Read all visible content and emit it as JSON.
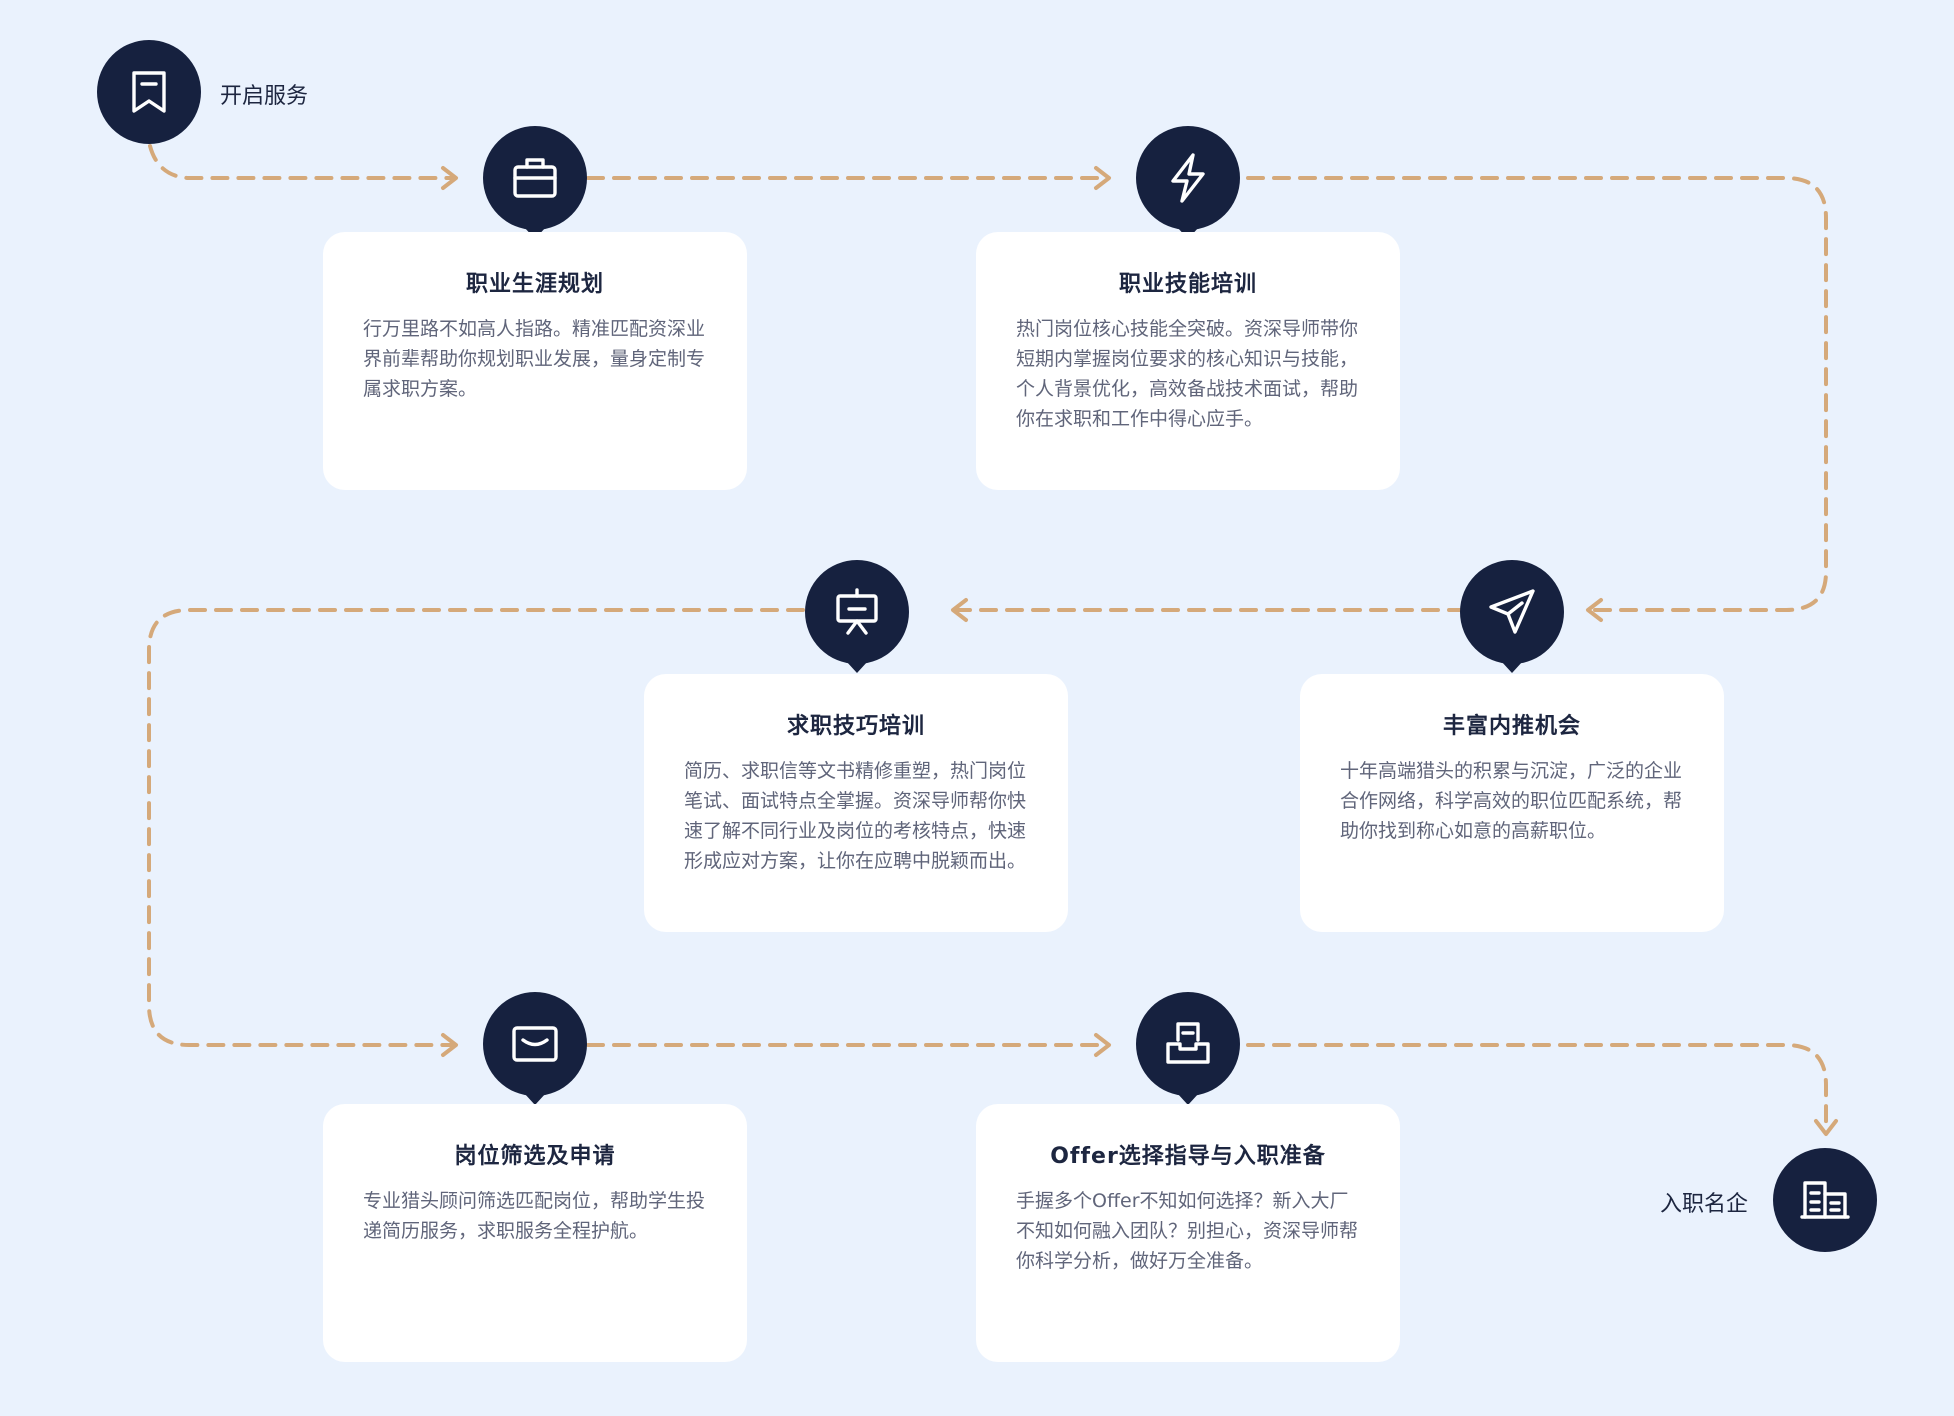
{
  "start": {
    "label": "开启服务",
    "icon": "bookmark-icon"
  },
  "end": {
    "label": "入职名企",
    "icon": "building-icon"
  },
  "colors": {
    "background": "#eaf2fd",
    "node": "#16213f",
    "dash": "#d5a97a",
    "card": "#ffffff",
    "title": "#1d2640",
    "text": "#60657a"
  },
  "steps": [
    {
      "title": "职业生涯规划",
      "icon": "briefcase-icon",
      "desc": "行万里路不如高人指路。精准匹配资深业界前辈帮助你规划职业发展，量身定制专属求职方案。"
    },
    {
      "title": "职业技能培训",
      "icon": "lightning-icon",
      "desc": "热门岗位核心技能全突破。资深导师带你短期内掌握岗位要求的核心知识与技能，个人背景优化，高效备战技术面试，帮助你在求职和工作中得心应手。"
    },
    {
      "title": "丰富内推机会",
      "icon": "paper-plane-icon",
      "desc": "十年高端猎头的积累与沉淀，广泛的企业合作网络，科学高效的职位匹配系统，帮助你找到称心如意的高薪职位。"
    },
    {
      "title": "求职技巧培训",
      "icon": "presentation-icon",
      "desc": "简历、求职信等文书精修重塑，热门岗位笔试、面试特点全掌握。资深导师帮你快速了解不同行业及岗位的考核特点，快速形成应对方案，让你在应聘中脱颖而出。"
    },
    {
      "title": "岗位筛选及申请",
      "icon": "envelope-icon",
      "desc": "专业猎头顾问筛选匹配岗位，帮助学生投递简历服务，求职服务全程护航。"
    },
    {
      "title": "Offer选择指导与入职准备",
      "icon": "inbox-tray-icon",
      "desc": "手握多个Offer不知如何选择？新入大厂不知如何融入团队？别担心，资深导师帮你科学分析，做好万全准备。"
    }
  ]
}
